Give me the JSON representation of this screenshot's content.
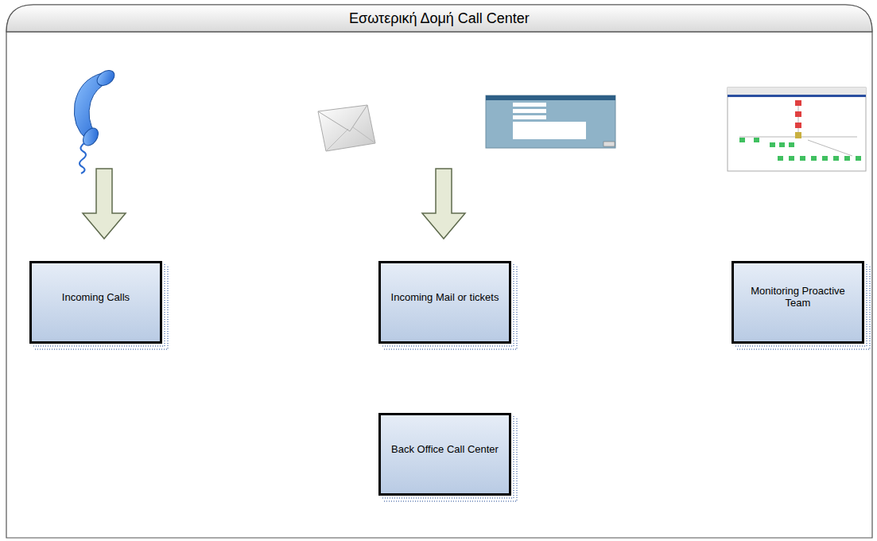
{
  "diagram": {
    "title": "Εσωτερική Δομή Call Center",
    "nodes": [
      {
        "text": [
          "Incoming Calls"
        ]
      },
      {
        "text": [
          "Incoming Mail or tickets"
        ]
      },
      {
        "text": [
          "Monitoring Proactive Team"
        ]
      },
      {
        "text": [
          "Back Office Call Center"
        ]
      }
    ]
  }
}
